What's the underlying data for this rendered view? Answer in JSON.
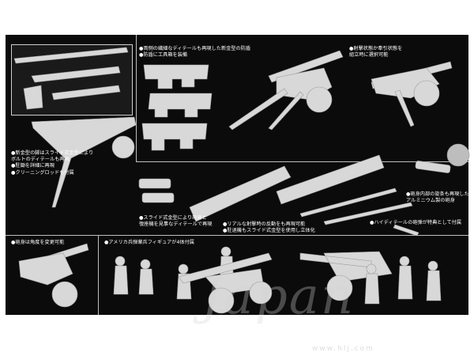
{
  "notes": {
    "barrel_detail": [
      "●両側の繊細なディテールも再現した新金型の防盾",
      "●防盾に工具箱を装備"
    ],
    "firing_state": [
      "●射撃状態か牽引状態を",
      "組立時に選択可能"
    ],
    "trail": [
      "●新金型の脚はスライド式金型により",
      "ボルトのディテールも再現",
      "●駐鋤を詳細に再現",
      "●クリーニングロッドも付属"
    ],
    "slide_mold": [
      "●スライド式金型により砲身と",
      "復座機を見事なディテールで再現"
    ],
    "recoil": [
      "●リアルな射撃時の反動をも再現可能",
      "●駐退機もスライド式金型を使用し立体化"
    ],
    "barrel_rifling": [
      "●砲身内部の旋条も再現した",
      "アルミニウム製の砲身"
    ],
    "hi_detail": [
      "●ハイディテールの砲弾が特典として付属"
    ],
    "elevation": [
      "●砲身は角度を変更可能"
    ],
    "figures": [
      "●アメリカ兵弾薬兵フィギュアが4体付属"
    ]
  },
  "watermark": {
    "brand": "Japan",
    "url": "www.hlj.com"
  },
  "colors": {
    "background": "#0b0b0b",
    "model": "#d9d9d9",
    "text": "#ffffff"
  }
}
